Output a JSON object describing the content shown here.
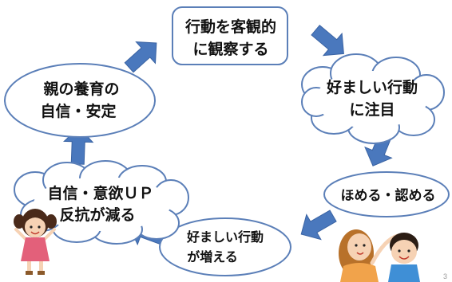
{
  "nodes": {
    "observe": {
      "line1": "行動を客観的",
      "line2": "に観察する"
    },
    "attention": {
      "line1": "好ましい行動",
      "line2": "に注目"
    },
    "praise": {
      "line1": "ほめる・認める"
    },
    "increase": {
      "line1": "好ましい行動",
      "line2": "が増える"
    },
    "confidence": {
      "line1": "自信・意欲ＵＰ",
      "line2": "反抗が減る"
    },
    "parent": {
      "line1": "親の養育の",
      "line2": "自信・安定"
    }
  },
  "page_number": "3",
  "colors": {
    "arrow": "#4a78bd",
    "arrow_dark": "#3a63a3",
    "outline": "#5b7fb8",
    "text": "#111111"
  }
}
